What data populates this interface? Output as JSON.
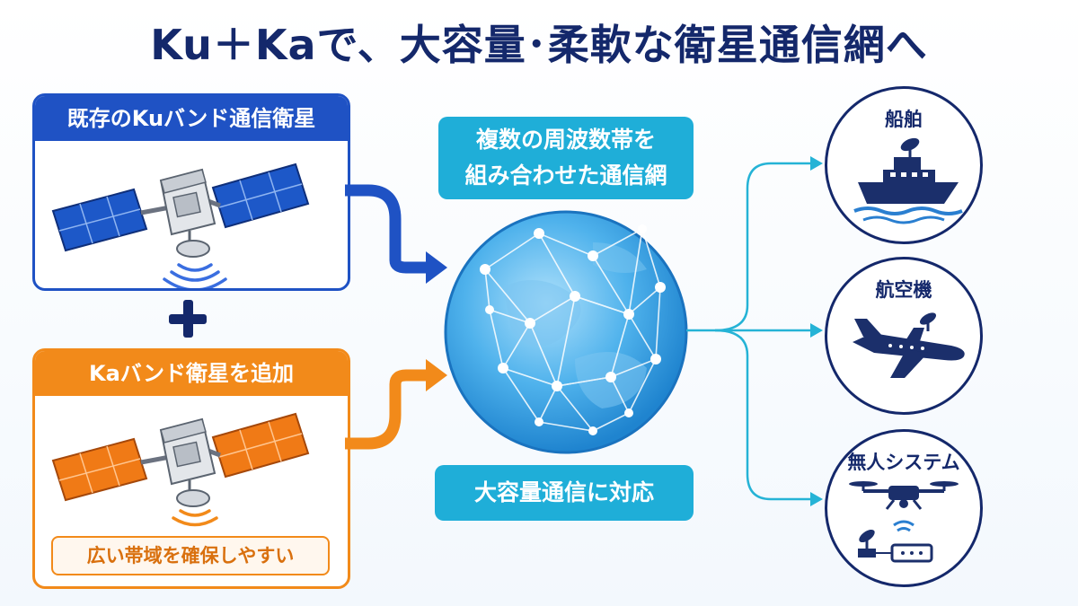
{
  "title": "Ku＋Kaで、大容量･柔軟な衛星通信網へ",
  "ku_card": {
    "header": "既存のKuバンド通信衛星"
  },
  "ka_card": {
    "header": "Kaバンド衛星を追加",
    "note": "広い帯域を確保しやすい"
  },
  "center": {
    "top_label_line1": "複数の周波数帯を",
    "top_label_line2": "組み合わせた通信網",
    "bottom_label": "大容量通信に対応"
  },
  "targets": [
    {
      "label": "船舶",
      "icon": "ship-icon"
    },
    {
      "label": "航空機",
      "icon": "airplane-icon"
    },
    {
      "label": "無人システム",
      "icon": "drone-icon"
    }
  ],
  "colors": {
    "navy": "#14286b",
    "ku_blue": "#1f52c4",
    "ka_orange": "#f28a1a",
    "label_cyan": "#1faed8",
    "connector_cyan": "#25b3d6"
  }
}
